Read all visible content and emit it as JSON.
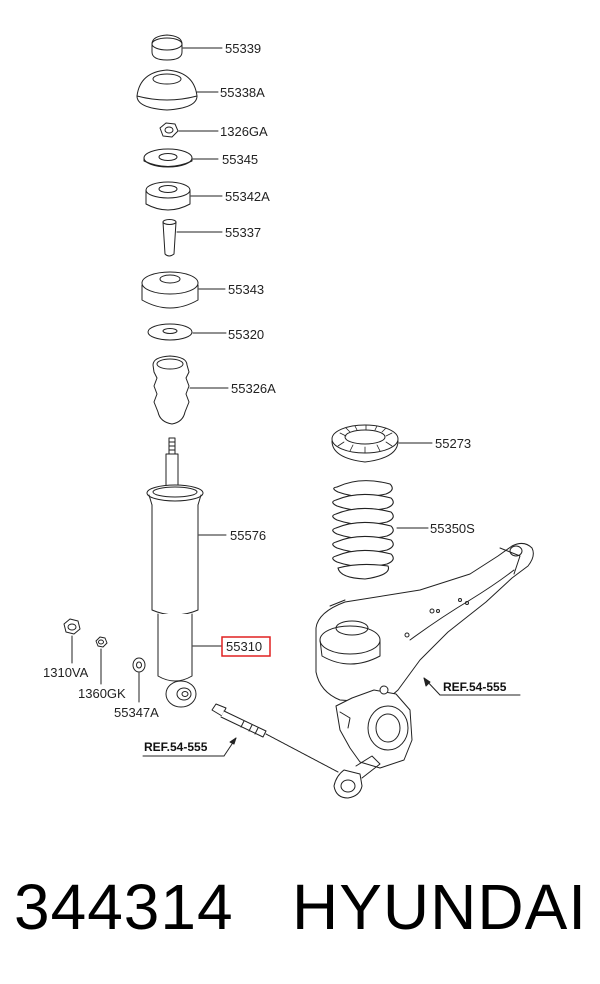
{
  "parts": [
    {
      "label": "55339"
    },
    {
      "label": "55338A"
    },
    {
      "label": "1326GA"
    },
    {
      "label": "55345"
    },
    {
      "label": "55342A"
    },
    {
      "label": "55337"
    },
    {
      "label": "55343"
    },
    {
      "label": "55320"
    },
    {
      "label": "55326A"
    },
    {
      "label": "55273"
    },
    {
      "label": "55350S"
    },
    {
      "label": "55576"
    },
    {
      "label": "55310",
      "highlighted": true
    },
    {
      "label": "1310VA"
    },
    {
      "label": "1360GK"
    },
    {
      "label": "55347A"
    }
  ],
  "refs": [
    {
      "label": "REF.54-555"
    },
    {
      "label": "REF.54-555"
    }
  ],
  "highlight_color": "#e02020",
  "footer": {
    "code": "344314",
    "brand": "HYUNDAI"
  }
}
